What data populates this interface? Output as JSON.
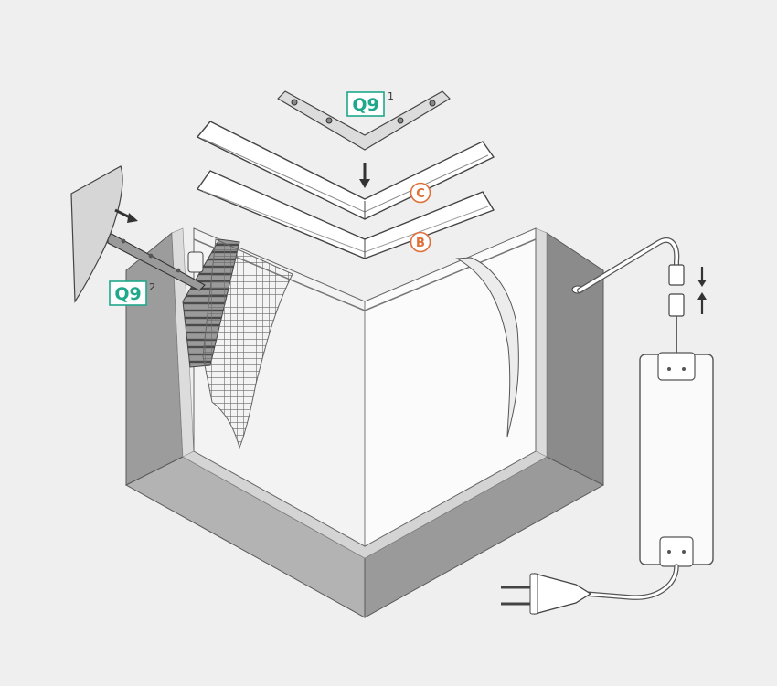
{
  "labels": {
    "q9_top": {
      "code": "Q9",
      "index": "1"
    },
    "q9_side": {
      "code": "Q9",
      "index": "2"
    },
    "badge_c": "C",
    "badge_b": "B"
  },
  "colors": {
    "background": "#efefef",
    "q9_accent": "#1fa88b",
    "badge_accent": "#e0703a",
    "wall_face": "#f7f7f7",
    "wall_dark": "#8d8d8d",
    "wall_mid": "#b9b9b9",
    "outline": "#555555"
  },
  "icons": [
    "arrow-down-icon",
    "arrow-right-icon",
    "compress-arrows-icon",
    "power-plug-icon",
    "led-driver-icon",
    "connector-icon"
  ]
}
